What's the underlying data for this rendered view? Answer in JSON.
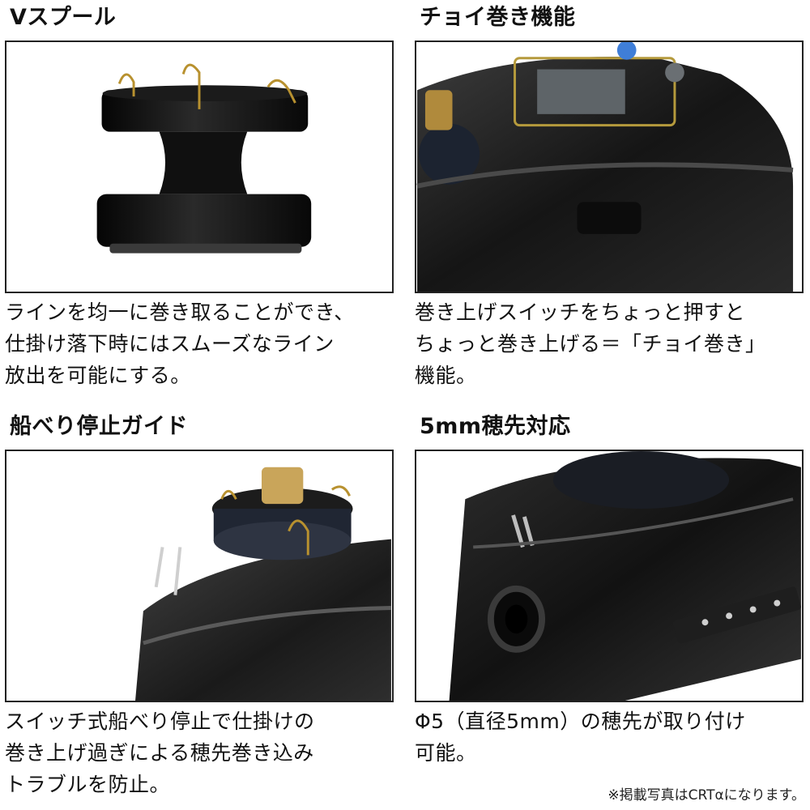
{
  "panels": [
    {
      "heading": "Vスプール",
      "caption": [
        "ラインを均一に巻き取ることができ、",
        "仕掛け落下時にはスムーズなライン",
        "放出を可能にする。"
      ]
    },
    {
      "heading": "チョイ巻き機能",
      "caption": [
        "巻き上げスイッチをちょっと押すと",
        "ちょっと巻き上げる＝「チョイ巻き」",
        "機能。"
      ]
    },
    {
      "heading": "船べり停止ガイド",
      "caption": [
        "スイッチ式船べり停止で仕掛けの",
        "巻き上げ過ぎによる穂先巻き込み",
        "トラブルを防止。"
      ]
    },
    {
      "heading": "5mm穂先対応",
      "caption": [
        "Φ5（直径5mm）の穂先が取り付け",
        "可能。"
      ]
    }
  ],
  "footnote": "※掲載写真はCRTαになります。"
}
